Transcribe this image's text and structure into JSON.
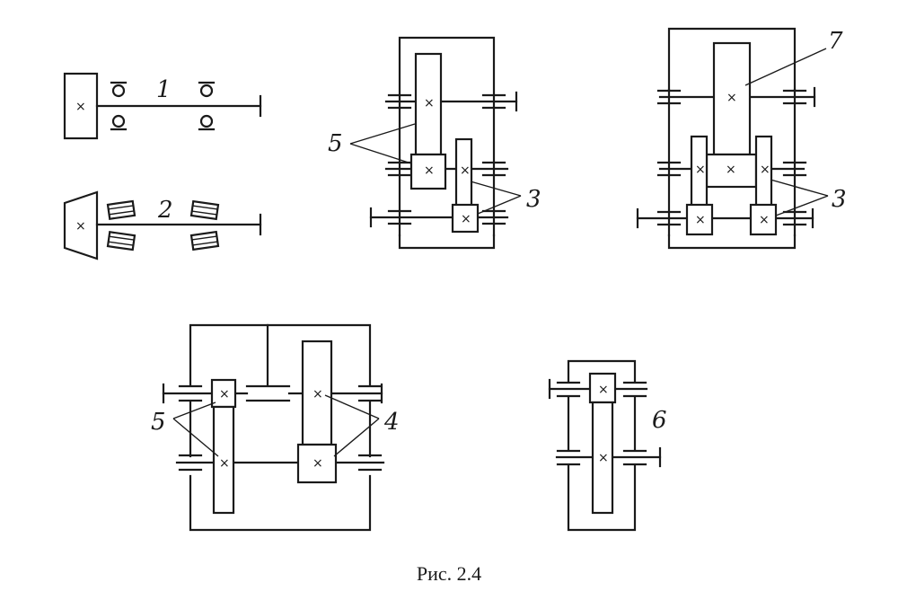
{
  "figure": {
    "caption": "Рис. 2.4",
    "labels": {
      "l1": "1",
      "l2": "2",
      "l3a": "3",
      "l3b": "3",
      "l4": "4",
      "l5a": "5",
      "l5b": "5",
      "l6": "6",
      "l7": "7"
    },
    "cross_mark": "×"
  }
}
